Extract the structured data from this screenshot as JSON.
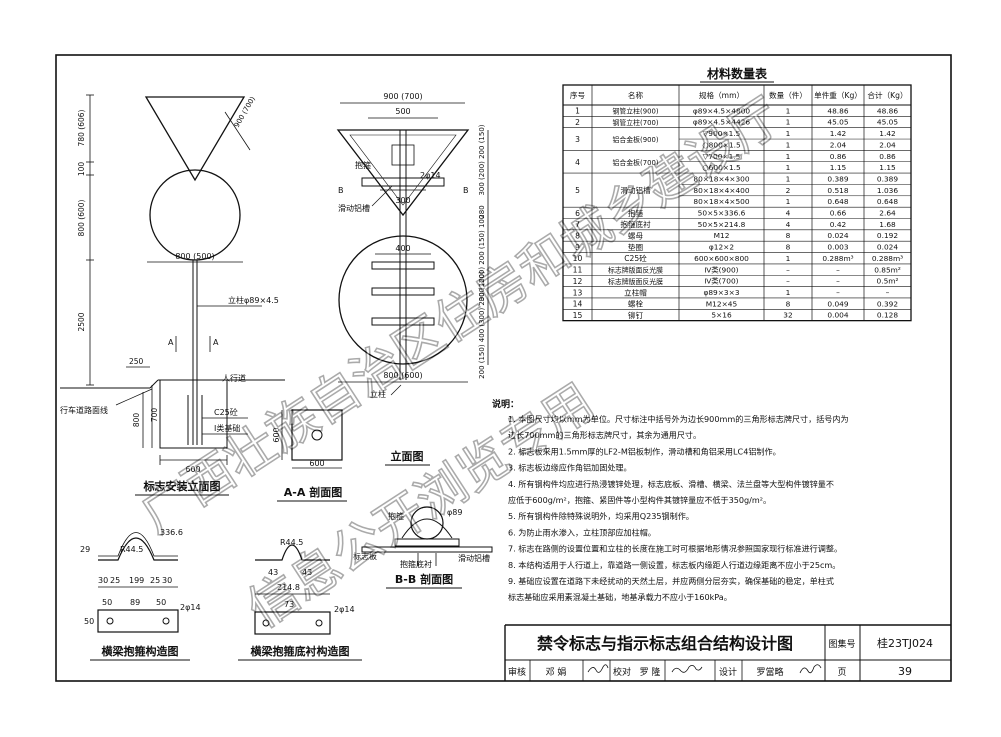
{
  "drawing": {
    "title": "禁令标志与指示标志组合结构设计图",
    "atlas_label": "图集号",
    "atlas_no": "桂23TJ024",
    "page_label": "页",
    "page_no": "39",
    "signoff": [
      {
        "role": "审核",
        "name": "邓 娟"
      },
      {
        "role": "校对",
        "name": "罗 隆"
      },
      {
        "role": "设计",
        "name": "罗當略"
      }
    ]
  },
  "watermark": {
    "line1": "广西壮族自治区住房和城乡建设厅",
    "line2": "信息公开浏览专用"
  },
  "views": {
    "elevation_title": "标志安装立面图",
    "section_aa_title": "A-A 剖面图",
    "front_title": "立面图",
    "section_bb_title": "B-B 剖面图",
    "hoop_title": "横梁抱箍构造图",
    "hoop_liner_title": "横梁抱箍底衬构造图"
  },
  "labels": {
    "post": "立柱φ89×4.5",
    "sidewalk": "人行道",
    "road_edge": "行车道路面线",
    "concrete": "C25砼",
    "base": "Ⅰ类基础",
    "hoop": "抱箍",
    "rail": "滑动铝槽",
    "bar": "2φ14",
    "column": "立柱",
    "sign_plate": "标志板",
    "liner": "抱箍底衬",
    "pipe": "φ89",
    "cut_a": "A",
    "cut_b": "B"
  },
  "dims": {
    "tri_w": "900 (700)",
    "d500": "500",
    "d300": "300",
    "d400": "400",
    "circle_w": "800 (600)",
    "circle_w2": "800 (500)",
    "base_w": "600",
    "d700": "700",
    "d800": "800",
    "d250": "250",
    "v780": "780 (606)",
    "v100": "100",
    "v800": "800 (600)",
    "v2500": "2500",
    "slant": "900 (700)",
    "r1": "300 (200) 200 (150)",
    "r2": "280",
    "r3": "300 (200) 200 (150) 100",
    "r4": "200 (150) 400 (300) 200 (150)",
    "h_r": "R44.5",
    "h_len": "336.6",
    "h_29": "29",
    "h_30": "30",
    "h_25": "25",
    "h_199": "199",
    "h_50": "50",
    "h_89": "89",
    "h_bar": "2φ14",
    "l_r": "R44.5",
    "l_43": "43",
    "l_73": "73",
    "l_214": "214.8"
  },
  "table": {
    "title": "材料数量表",
    "headers": [
      "序号",
      "名称",
      "规格（mm）",
      "数量（件）",
      "单件重（Kg）",
      "合计（Kg）"
    ],
    "rows": [
      {
        "no": "1",
        "name": "钢管立柱(900)",
        "specs": [
          "φ89×4.5×4800"
        ],
        "qty": [
          "1"
        ],
        "unit": [
          "48.86"
        ],
        "total": [
          "48.86"
        ]
      },
      {
        "no": "2",
        "name": "钢管立柱(700)",
        "specs": [
          "φ89×4.5×4426"
        ],
        "qty": [
          "1"
        ],
        "unit": [
          "45.05"
        ],
        "total": [
          "45.05"
        ]
      },
      {
        "no": "3",
        "name": "铝合金板(900)",
        "specs": [
          "▽900×1.5",
          "○800×1.5"
        ],
        "qty": [
          "1",
          "1"
        ],
        "unit": [
          "1.42",
          "2.04"
        ],
        "total": [
          "1.42",
          "2.04"
        ]
      },
      {
        "no": "4",
        "name": "铝合金板(700)",
        "specs": [
          "▽700×1.5",
          "○600×1.5"
        ],
        "qty": [
          "1",
          "1"
        ],
        "unit": [
          "0.86",
          "1.15"
        ],
        "total": [
          "0.86",
          "1.15"
        ]
      },
      {
        "no": "5",
        "name": "滑动铝槽",
        "specs": [
          "80×18×4×300",
          "80×18×4×400",
          "80×18×4×500"
        ],
        "qty": [
          "1",
          "2",
          "1"
        ],
        "unit": [
          "0.389",
          "0.518",
          "0.648"
        ],
        "total": [
          "0.389",
          "1.036",
          "0.648"
        ]
      },
      {
        "no": "6",
        "name": "抱箍",
        "specs": [
          "50×5×336.6"
        ],
        "qty": [
          "4"
        ],
        "unit": [
          "0.66"
        ],
        "total": [
          "2.64"
        ]
      },
      {
        "no": "7",
        "name": "抱箍底衬",
        "specs": [
          "50×5×214.8"
        ],
        "qty": [
          "4"
        ],
        "unit": [
          "0.42"
        ],
        "total": [
          "1.68"
        ]
      },
      {
        "no": "8",
        "name": "螺母",
        "specs": [
          "M12"
        ],
        "qty": [
          "8"
        ],
        "unit": [
          "0.024"
        ],
        "total": [
          "0.192"
        ]
      },
      {
        "no": "9",
        "name": "垫圈",
        "specs": [
          "φ12×2"
        ],
        "qty": [
          "8"
        ],
        "unit": [
          "0.003"
        ],
        "total": [
          "0.024"
        ]
      },
      {
        "no": "10",
        "name": "C25砼",
        "specs": [
          "600×600×800"
        ],
        "qty": [
          "1"
        ],
        "unit": [
          "0.288m³"
        ],
        "total": [
          "0.288m³"
        ]
      },
      {
        "no": "11",
        "name": "标志牌版面反光膜",
        "specs": [
          "Ⅳ类(900)"
        ],
        "qty": [
          "–"
        ],
        "unit": [
          "–"
        ],
        "total": [
          "0.85m²"
        ]
      },
      {
        "no": "12",
        "name": "标志牌版面反光膜",
        "specs": [
          "Ⅳ类(700)"
        ],
        "qty": [
          "–"
        ],
        "unit": [
          "–"
        ],
        "total": [
          "0.5m²"
        ]
      },
      {
        "no": "13",
        "name": "立柱帽",
        "specs": [
          "φ89×3×3"
        ],
        "qty": [
          "1"
        ],
        "unit": [
          "–"
        ],
        "total": [
          "–"
        ]
      },
      {
        "no": "14",
        "name": "螺栓",
        "specs": [
          "M12×45"
        ],
        "qty": [
          "8"
        ],
        "unit": [
          "0.049"
        ],
        "total": [
          "0.392"
        ]
      },
      {
        "no": "15",
        "name": "铆钉",
        "specs": [
          "5×16"
        ],
        "qty": [
          "32"
        ],
        "unit": [
          "0.004"
        ],
        "total": [
          "0.128"
        ]
      }
    ]
  },
  "notes": {
    "heading": "说明：",
    "lines": [
      "1. 本图尺寸均以mm为单位。尺寸标注中括号外为边长900mm的三角形标志牌尺寸，括号内为",
      "    边长700mm的三角形标志牌尺寸，其余为通用尺寸。",
      "2. 标志板采用1.5mm厚的LF2-M铝板制作，滑动槽和角铝采用LC4铝制作。",
      "3. 标志板边缘应作角铝加固处理。",
      "4. 所有钢构件均应进行热浸镀锌处理，标志底板、滑槽、横梁、法兰盘等大型构件镀锌量不",
      "    应低于600g/m²，抱箍、紧固件等小型构件其镀锌量应不低于350g/m²。",
      "5. 所有钢构件除特殊说明外，均采用Q235钢制作。",
      "6. 为防止雨水渗入，立柱顶部应加柱帽。",
      "7. 标志在路侧的设置位置和立柱的长度在施工时可根据地形情况参照国家现行标准进行调整。",
      "8. 本结构适用于人行道上，靠道路一侧设置，标志板内缘距人行道边缘距离不应小于25cm。",
      "9. 基础应设置在道路下未经扰动的天然土层，并应两侧分层夯实，确保基础的稳定，单柱式",
      "    标志基础应采用素混凝土基础，地基承载力不应小于160kPa。"
    ]
  }
}
